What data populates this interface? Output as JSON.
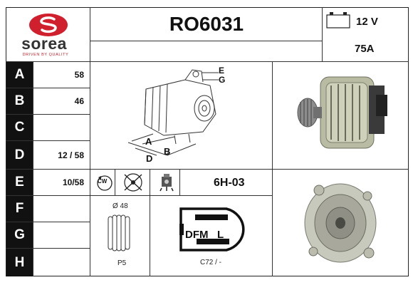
{
  "brand": {
    "name": "sorea",
    "tagline": "DRIVEN BY QUALITY",
    "color": "#d0202e"
  },
  "part_number": "RO6031",
  "voltage": "12 V",
  "amperage": "75A",
  "rows": [
    {
      "letter": "A",
      "value": "58"
    },
    {
      "letter": "B",
      "value": "46"
    },
    {
      "letter": "C",
      "value": ""
    },
    {
      "letter": "D",
      "value": "12 / 58"
    },
    {
      "letter": "E",
      "value": "10/58"
    },
    {
      "letter": "F",
      "value": ""
    },
    {
      "letter": "G",
      "value": ""
    },
    {
      "letter": "H",
      "value": ""
    }
  ],
  "diagram_labels": {
    "a": "A",
    "b": "B",
    "d": "D",
    "e": "E",
    "g": "G"
  },
  "rotation_label": "CW",
  "regulator_code": "6H-03",
  "pulley": {
    "diameter": "Ø 48",
    "grooves": "P5"
  },
  "connector": {
    "label_dfm": "DFM",
    "label_l": "L",
    "code": "C72 / -"
  }
}
